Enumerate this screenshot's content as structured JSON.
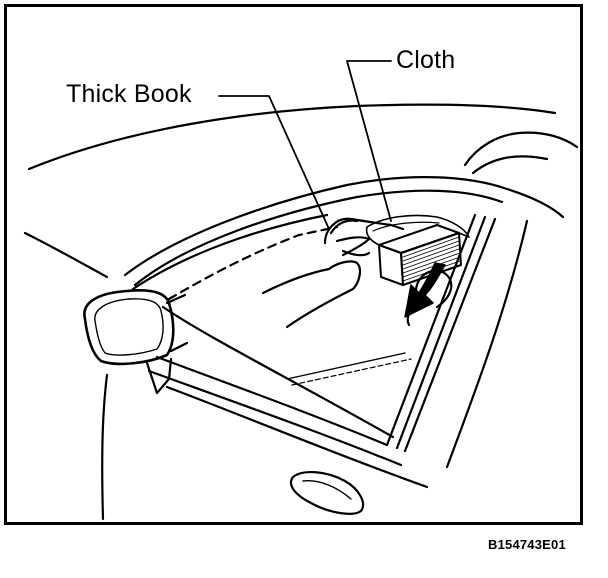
{
  "labels": {
    "cloth": "Cloth",
    "thick_book": "Thick Book"
  },
  "figure_id": "B154743E01",
  "colors": {
    "line": "#000000",
    "background": "#ffffff"
  }
}
